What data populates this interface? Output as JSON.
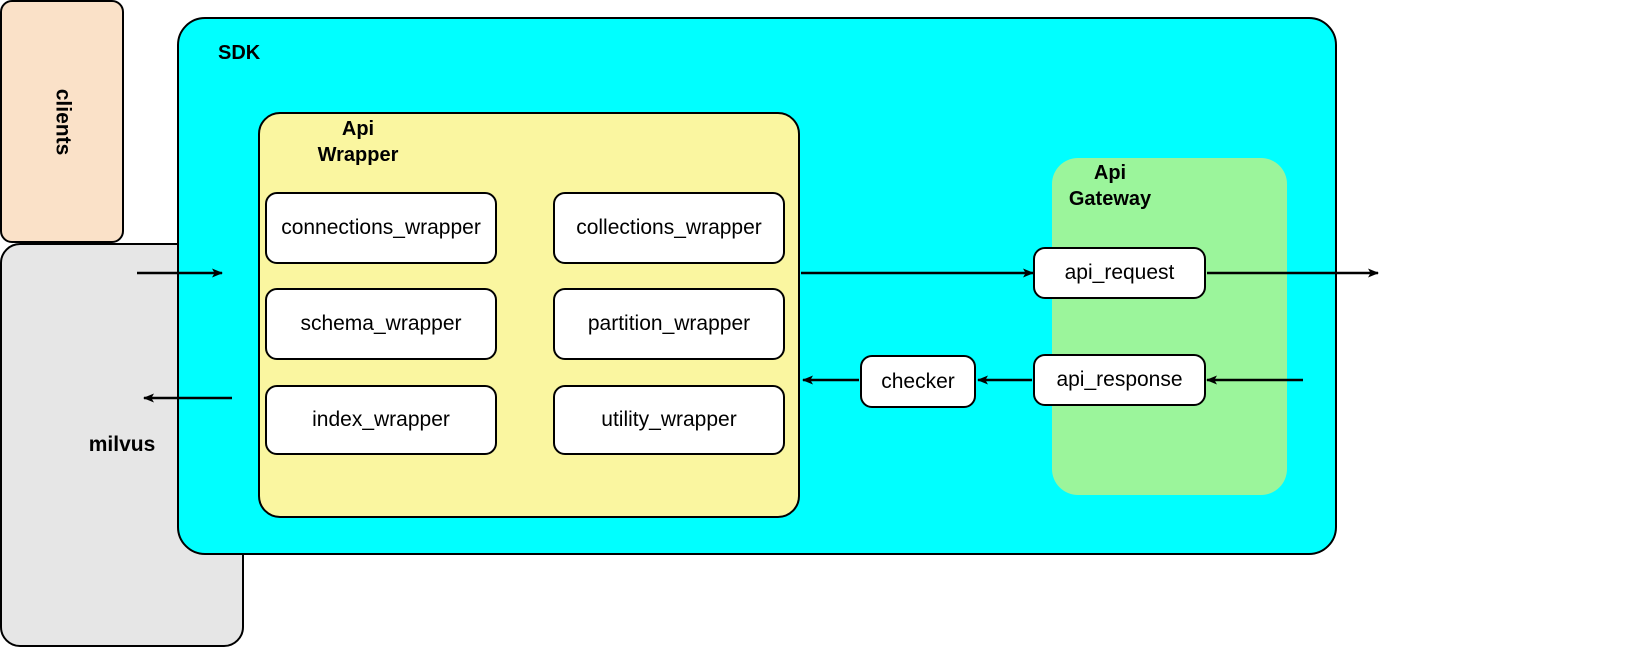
{
  "diagram": {
    "title_groups": {
      "sdk": "SDK",
      "api_wrapper": "Api\nWrapper",
      "api_gateway": "Api\nGateway"
    },
    "external": {
      "clients": "clients",
      "milvus": "milvus"
    },
    "wrapper_modules": [
      {
        "label": "connections_wrapper"
      },
      {
        "label": "collections_wrapper"
      },
      {
        "label": "schema_wrapper"
      },
      {
        "label": "partition_wrapper"
      },
      {
        "label": "index_wrapper"
      },
      {
        "label": "utility_wrapper"
      }
    ],
    "gateway_modules": [
      {
        "label": "api_request"
      },
      {
        "label": "api_response"
      }
    ],
    "checker": "checker",
    "colors": {
      "sdk_fill": "#00ffff",
      "api_wrapper_fill": "#faf6a0",
      "api_gateway_fill": "#9bf59b",
      "clients_fill": "#fae1c8",
      "milvus_fill": "#e6e6e6",
      "node_fill": "#ffffff",
      "stroke": "#000000"
    },
    "edges": [
      {
        "from": "clients",
        "to": "api_wrapper",
        "direction": "right"
      },
      {
        "from": "api_wrapper",
        "to": "api_gateway",
        "direction": "right"
      },
      {
        "from": "api_request",
        "to": "milvus",
        "direction": "right"
      },
      {
        "from": "milvus",
        "to": "api_response",
        "direction": "left"
      },
      {
        "from": "api_response",
        "to": "checker",
        "direction": "left"
      },
      {
        "from": "checker",
        "to": "api_wrapper",
        "direction": "left"
      },
      {
        "from": "api_wrapper",
        "to": "clients",
        "direction": "left"
      }
    ]
  }
}
